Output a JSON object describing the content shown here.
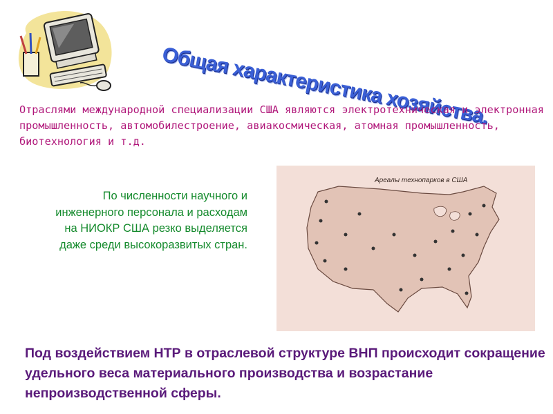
{
  "slide": {
    "title": "Общая характеристика хозяйства.",
    "intro_text": "Отраслями международной специализации США являются электротехническая и электронная промышленность, автомобилестроение, авиакосмическая, атомная промышленность, биотехнология и т.д.",
    "science_text": "По численности научного и инженерного персонала и расходам на НИОКР США резко выделяется даже среди высокоразвитых стран.",
    "bottom_text": "Под воздействием НТР в отраслевой структуре ВНП происходит сокращение удельного веса материального производства и возрастание непроизводственной сферы."
  },
  "map": {
    "title": "Ареалы технопарков в США"
  },
  "colors": {
    "title": "#3a5fd6",
    "intro": "#b0177a",
    "science": "#148a2c",
    "bottom": "#5a1a7a",
    "map_background": "#f3dfd8",
    "map_land": "#e2c3b6"
  }
}
